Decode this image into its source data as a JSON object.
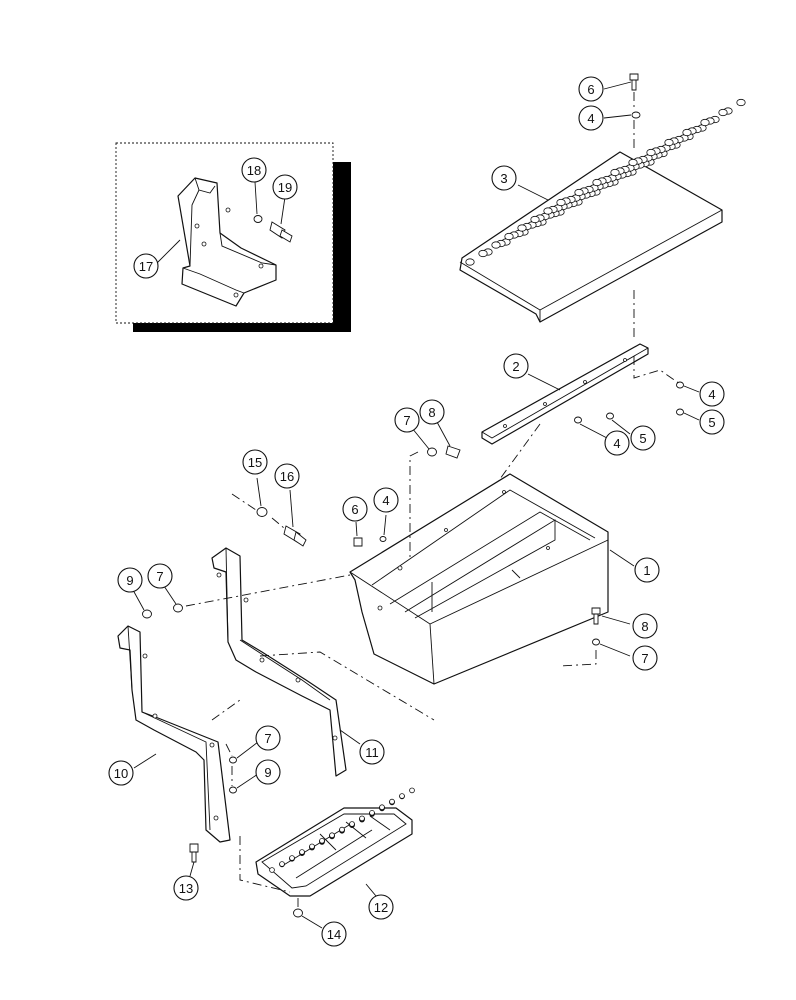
{
  "diagram": {
    "callouts": [
      {
        "id": "c-6-top",
        "label": "6"
      },
      {
        "id": "c-4-top",
        "label": "4"
      },
      {
        "id": "c-3",
        "label": "3"
      },
      {
        "id": "c-18",
        "label": "18"
      },
      {
        "id": "c-19",
        "label": "19"
      },
      {
        "id": "c-17",
        "label": "17"
      },
      {
        "id": "c-2",
        "label": "2"
      },
      {
        "id": "c-4-right",
        "label": "4"
      },
      {
        "id": "c-5-right",
        "label": "5"
      },
      {
        "id": "c-4-mid",
        "label": "4"
      },
      {
        "id": "c-5-mid",
        "label": "5"
      },
      {
        "id": "c-7-upper",
        "label": "7"
      },
      {
        "id": "c-8-upper",
        "label": "8"
      },
      {
        "id": "c-15",
        "label": "15"
      },
      {
        "id": "c-16",
        "label": "16"
      },
      {
        "id": "c-6-mid",
        "label": "6"
      },
      {
        "id": "c-4-box",
        "label": "4"
      },
      {
        "id": "c-1",
        "label": "1"
      },
      {
        "id": "c-9-left",
        "label": "9"
      },
      {
        "id": "c-7-left",
        "label": "7"
      },
      {
        "id": "c-8-lower",
        "label": "8"
      },
      {
        "id": "c-7-lower",
        "label": "7"
      },
      {
        "id": "c-7-bracket",
        "label": "7"
      },
      {
        "id": "c-9-bracket",
        "label": "9"
      },
      {
        "id": "c-10",
        "label": "10"
      },
      {
        "id": "c-11",
        "label": "11"
      },
      {
        "id": "c-12",
        "label": "12"
      },
      {
        "id": "c-13",
        "label": "13"
      },
      {
        "id": "c-14",
        "label": "14"
      }
    ]
  }
}
